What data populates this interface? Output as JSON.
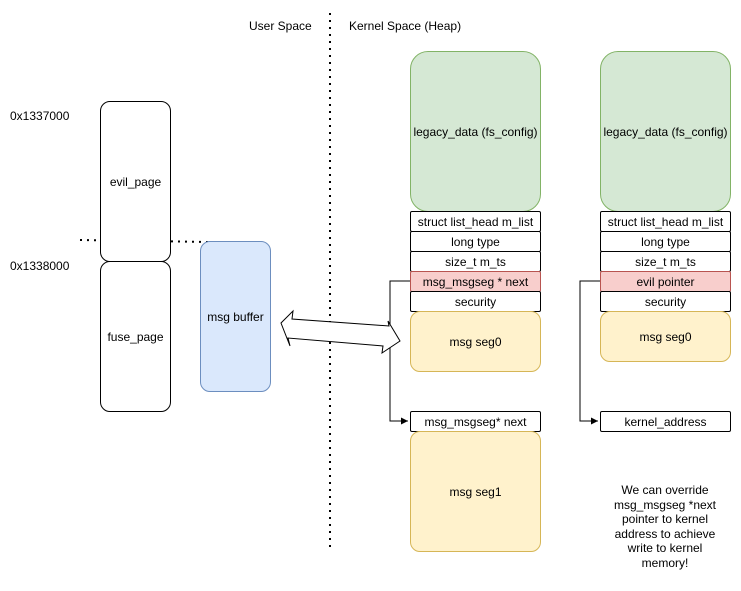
{
  "headings": {
    "user_space": "User Space",
    "kernel_space": "Kernel Space (Heap)"
  },
  "addresses": {
    "addr1": "0x1337000",
    "addr2": "0x1338000"
  },
  "user": {
    "evil_page": "evil_page",
    "fuse_page": "fuse_page",
    "msg_buffer": "msg buffer"
  },
  "left_struct": {
    "legacy_data": "legacy_data (fs_config)",
    "list_head": "struct list_head m_list",
    "long_type": "long type",
    "size_t": "size_t m_ts",
    "next_ptr": "msg_msgseg * next",
    "security": "security",
    "seg0": "msg seg0",
    "seg_next": "msg_msgseg* next",
    "seg1": "msg seg1"
  },
  "right_struct": {
    "legacy_data": "legacy_data (fs_config)",
    "list_head": "struct list_head m_list",
    "long_type": "long type",
    "size_t": "size_t m_ts",
    "evil_pointer": "evil pointer",
    "security": "security",
    "seg0": "msg seg0",
    "kernel_address": "kernel_address"
  },
  "note": "We can override\nmsg_msgseg *next\npointer to kernel\naddress to achieve\nwrite to kernel\nmemory!",
  "colors": {
    "green": "#d5e8d4",
    "blue": "#dae8fc",
    "yellow": "#fff2cc",
    "red": "#f8cecc"
  }
}
